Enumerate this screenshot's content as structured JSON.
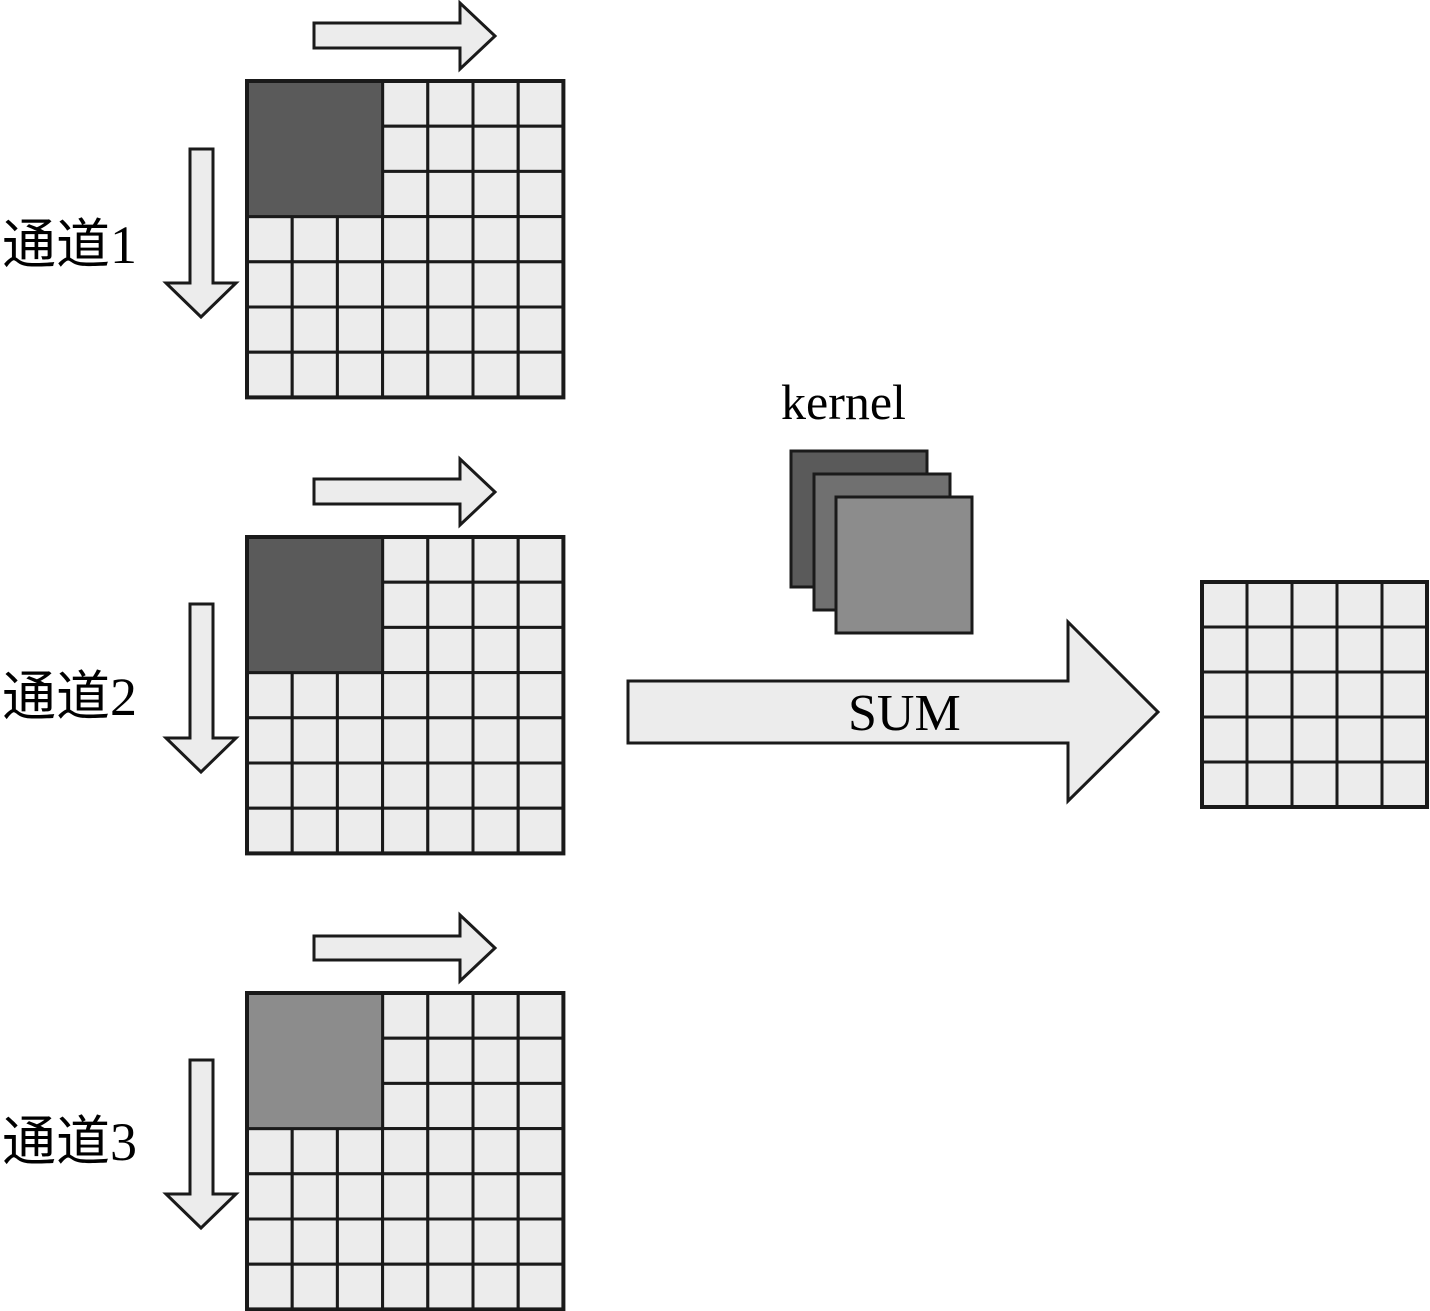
{
  "diagram": {
    "channels": [
      {
        "label": "通道1",
        "highlight_color": "#5a5a5a"
      },
      {
        "label": "通道2",
        "highlight_color": "#5a5a5a"
      },
      {
        "label": "通道3",
        "highlight_color": "#8c8c8c"
      }
    ],
    "input_grid": {
      "rows": 7,
      "cols": 7,
      "kernel_size": 3
    },
    "output_grid": {
      "rows": 5,
      "cols": 5
    },
    "kernel_label": "kernel",
    "kernel_layer_colors": [
      "#5a5a5a",
      "#707070",
      "#8c8c8c"
    ],
    "sum_label": "SUM",
    "colors": {
      "cell_fill": "#ececec",
      "stroke": "#1a1a1a",
      "arrow_fill": "#ececec"
    }
  }
}
